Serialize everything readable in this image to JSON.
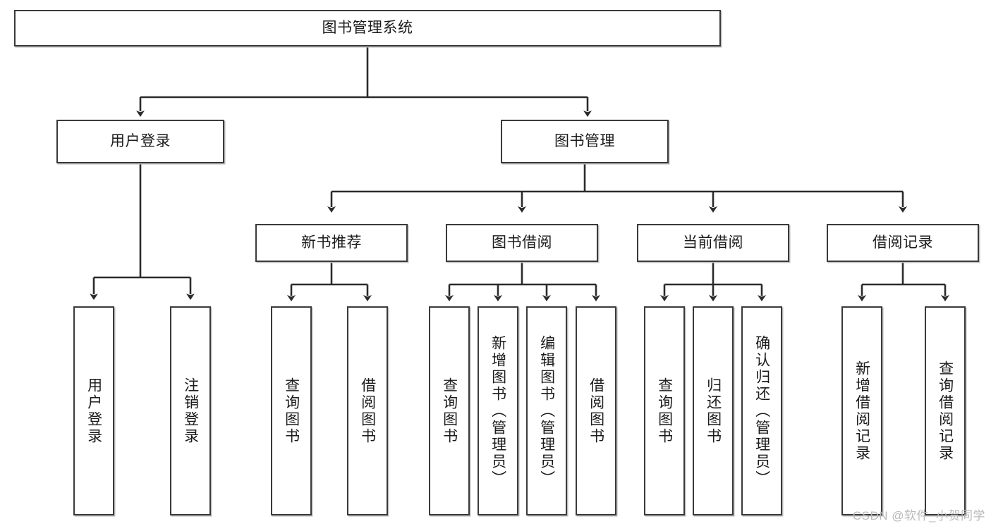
{
  "diagram": {
    "type": "tree",
    "title": "图书管理系统",
    "watermark": "CSDN @软件_小贺同学",
    "colors": {
      "box_border": "#3a3a3a",
      "box_fill": "#ffffff",
      "edge": "#2b2b2b",
      "text": "#1b1b1b",
      "watermark": "#b9b9b9"
    },
    "root": {
      "label": "图书管理系统"
    },
    "level1": [
      {
        "label": "用户登录"
      },
      {
        "label": "图书管理"
      }
    ],
    "level2": [
      {
        "label": "新书推荐"
      },
      {
        "label": "图书借阅"
      },
      {
        "label": "当前借阅"
      },
      {
        "label": "借阅记录"
      }
    ],
    "leaves": {
      "user_login": [
        {
          "label": "用户登录"
        },
        {
          "label": "注销登录"
        }
      ],
      "new_book": [
        {
          "label": "查询图书"
        },
        {
          "label": "借阅图书"
        }
      ],
      "book_borrow": [
        {
          "label": "查询图书"
        },
        {
          "label": "新增图书（管理员）"
        },
        {
          "label": "编辑图书（管理员）"
        },
        {
          "label": "借阅图书"
        }
      ],
      "current_borrow": [
        {
          "label": "查询图书"
        },
        {
          "label": "归还图书"
        },
        {
          "label": "确认归还（管理员）"
        }
      ],
      "borrow_record": [
        {
          "label": "新增借阅记录"
        },
        {
          "label": "查询借阅记录"
        }
      ]
    }
  }
}
